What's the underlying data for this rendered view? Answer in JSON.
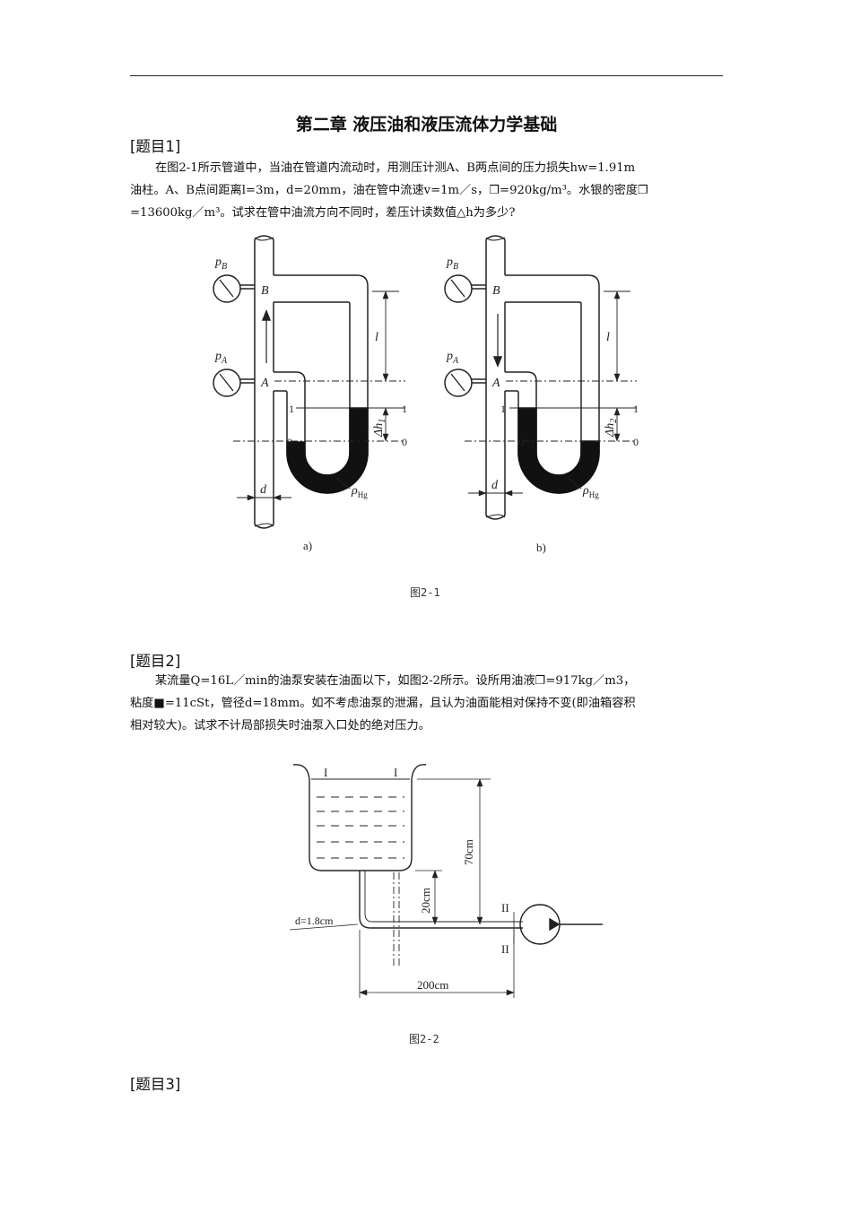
{
  "chapter_title": "第二章 液压油和液压流体力学基础",
  "q1": {
    "heading": "[题目1]",
    "line1": "在图2-1所示管道中，当油在管道内流动时，用测压计测A、B两点间的压力损失hw=1.91m",
    "line2": "油柱。A、B点间距离l=3m，d=20mm，油在管中流速v=1m／s，❐=920kg/m³。水银的密度❐",
    "line3": "=13600kg／m³。试求在管中油流方向不同时，差压计读数值△h为多少?",
    "figure": {
      "caption": "图2-1",
      "a": {
        "label": "a)",
        "pB": "p",
        "pB_sub": "B",
        "pA": "p",
        "pA_sub": "A",
        "B": "B",
        "A": "A",
        "l": "l",
        "one": "1",
        "zero": "0",
        "dh": "Δh",
        "dh_sub": "1",
        "rho": "ρ",
        "rho_sub": "Hg",
        "d": "d"
      },
      "b": {
        "label": "b)",
        "pB": "p",
        "pB_sub": "B",
        "pA": "p",
        "pA_sub": "A",
        "B": "B",
        "A": "A",
        "l": "l",
        "one": "1",
        "zero": "0",
        "dh": "Δh",
        "dh_sub": "2",
        "rho": "ρ",
        "rho_sub": "Hg",
        "d": "d"
      }
    }
  },
  "q2": {
    "heading": "[题目2]",
    "line1": "某流量Q=16L／min的油泵安装在油面以下，如图2-2所示。设所用油液❐=917kg／m3，",
    "line2": "粘度■=11cSt，管径d=18mm。如不考虑油泵的泄漏，且认为油面能相对保持不变(即油箱容积",
    "line3": "相对较大)。试求不计局部损失时油泵入口处的绝对压力。",
    "figure": {
      "caption": "图2-2",
      "I_left": "I",
      "I_right": "I",
      "h70": "70cm",
      "h20": "20cm",
      "d_label": "d=1.8cm",
      "II_top": "II",
      "II_bottom": "II",
      "len200": "200cm"
    }
  },
  "q3": {
    "heading": "[题目3]"
  }
}
